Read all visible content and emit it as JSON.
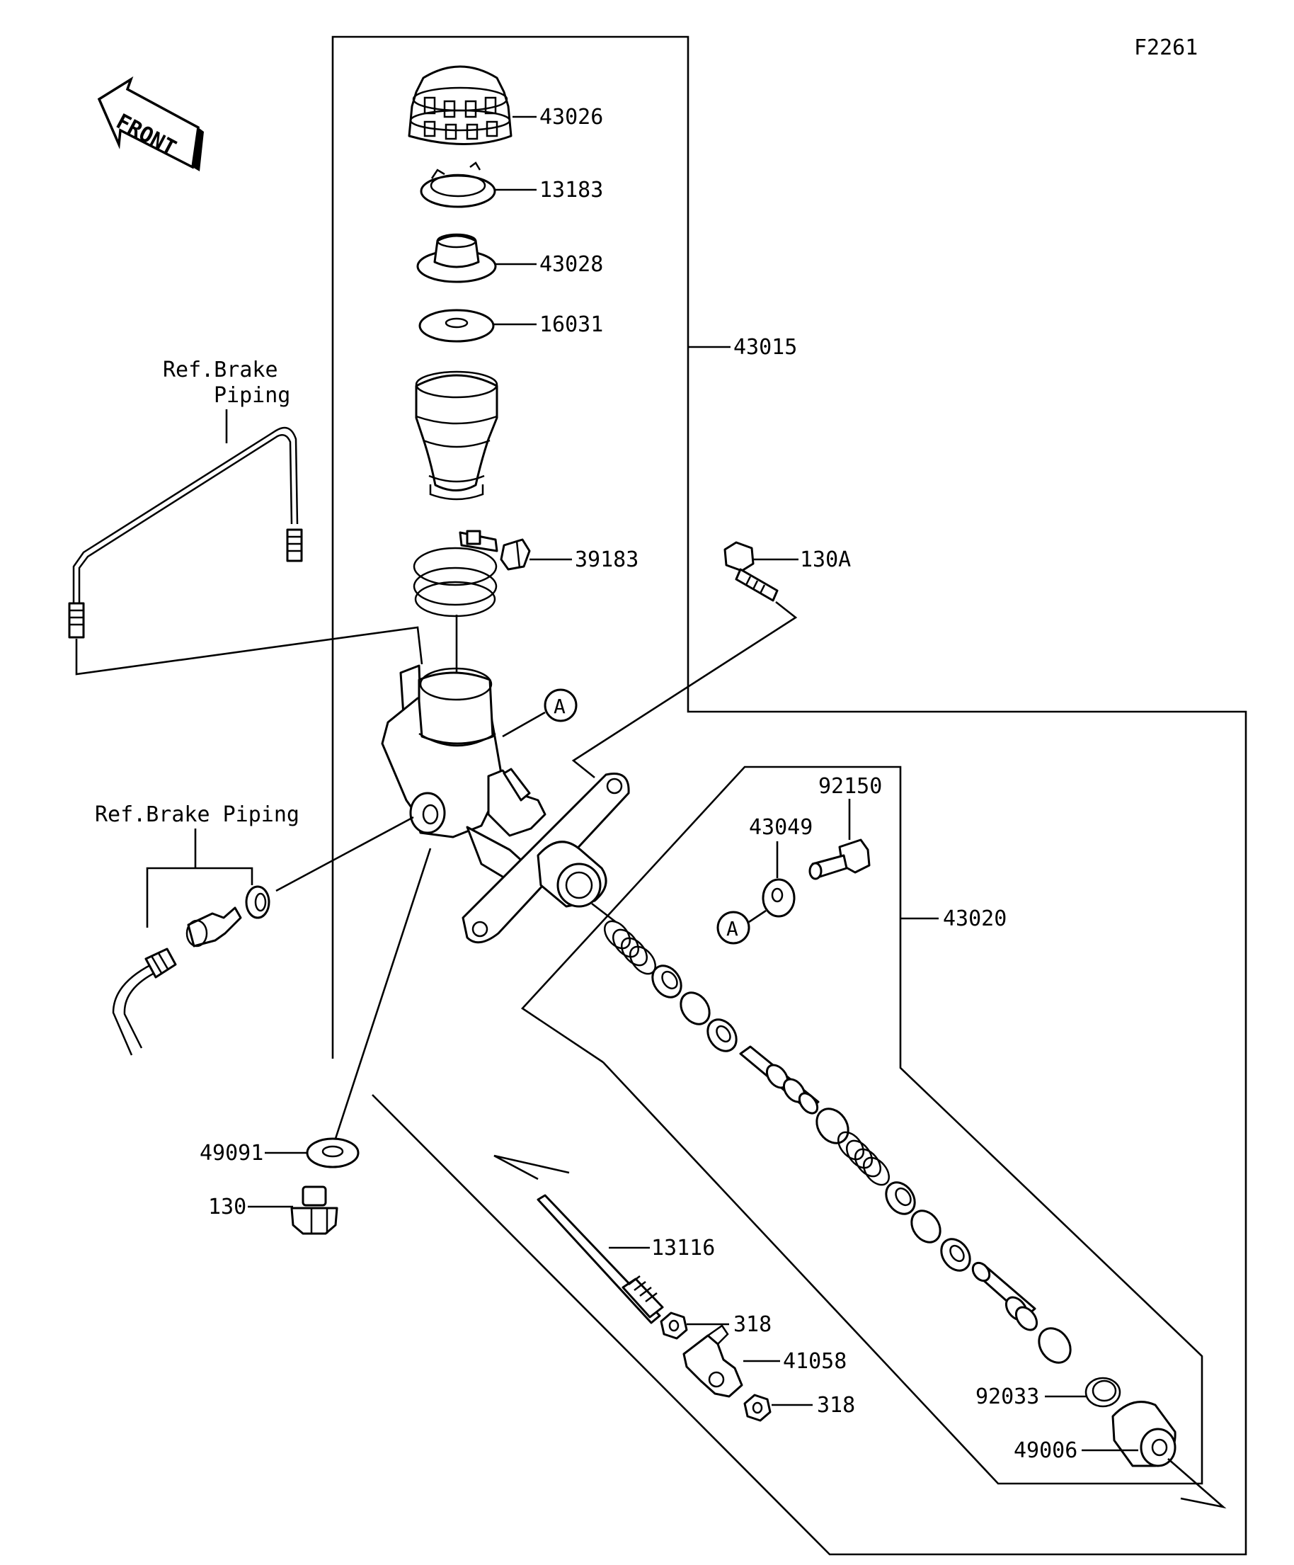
{
  "figure_code": "F2261",
  "front_arrow_text": "FRONT",
  "ref_notes": {
    "brake_piping_upper_line1": "Ref.Brake",
    "brake_piping_upper_line2": "Piping",
    "brake_piping_left": "Ref.Brake Piping"
  },
  "callout_marker": "A",
  "part_labels": {
    "reservoir_cap": "43026",
    "cap_plate": "13183",
    "diaphragm": "43028",
    "gasket": "16031",
    "master_cylinder_assy": "43015",
    "hose_clamp": "39183",
    "mounting_bolt_upper": "130A",
    "bleeder_valve": "92150",
    "valve_cap": "43049",
    "piston_set_assy": "43020",
    "banjo_washer": "49091",
    "banjo_bolt": "130",
    "push_rod": "13116",
    "nut_upper": "318",
    "clevis": "41058",
    "nut_lower": "318",
    "circlip": "92033",
    "dust_boot": "49006"
  }
}
